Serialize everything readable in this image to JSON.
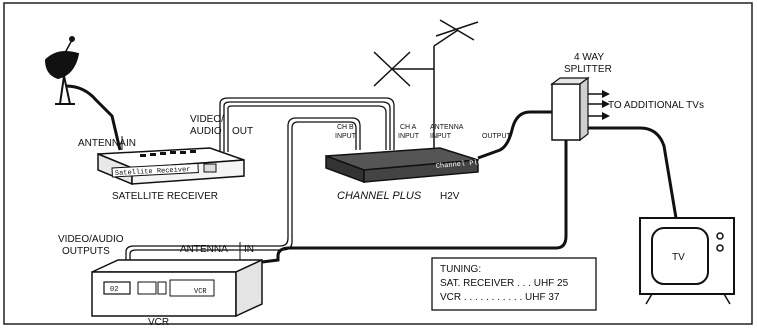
{
  "labels": {
    "antenna_in_sat": "ANTENNA",
    "in_sat": "IN",
    "video_audio": "VIDEO/",
    "audio": "AUDIO",
    "out": "OUT",
    "sat_badge": "Satellite Receiver",
    "sat_caption": "SATELLITE RECEIVER",
    "ch_b": "CH B",
    "ch_b_input": "INPUT",
    "ch_a": "CH A",
    "ch_a_input": "INPUT",
    "antenna_input": "ANTENNA",
    "antenna_input2": "INPUT",
    "output": "OUTPUT",
    "cp_badge": "Channel Plus",
    "cp_caption_italic": "CHANNEL PLUS",
    "cp_caption_model": "H2V",
    "splitter_line1": "4 WAY",
    "splitter_line2": "SPLITTER",
    "to_tvs": "TO ADDITIONAL TVs",
    "vcr_outputs_line1": "VIDEO/AUDIO",
    "vcr_outputs_line2": "OUTPUTS",
    "vcr_antenna": "ANTENNA",
    "vcr_in": "IN",
    "vcr_display": "02",
    "vcr_badge": "VCR",
    "vcr_caption": "VCR",
    "tv_screen": "TV"
  },
  "tuning": {
    "title": "TUNING:",
    "row1": "SAT. RECEIVER . . . UHF 25",
    "row2": "VCR . . . . . . . . . . . UHF 37"
  }
}
